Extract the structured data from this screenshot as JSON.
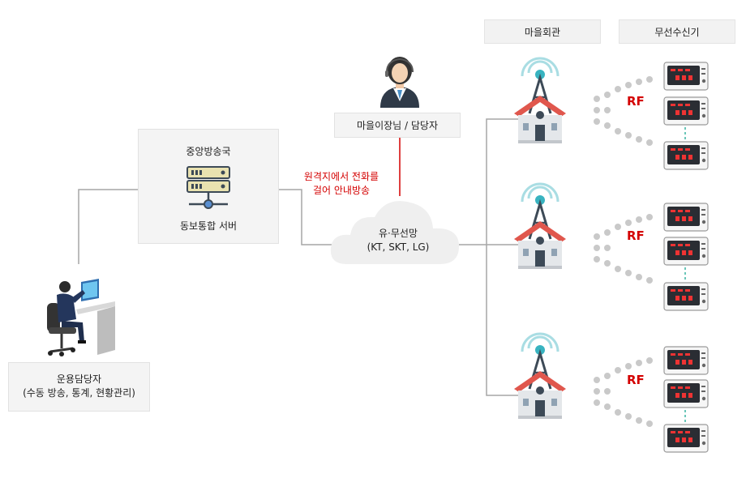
{
  "headers": {
    "village_hall": "마을회관",
    "receiver": "무선수신기"
  },
  "central": {
    "title": "중앙방송국",
    "server_label": "동보통합 서버"
  },
  "operator": {
    "line1": "운용담당자",
    "line2": "(수동 방송, 통계, 현황관리)"
  },
  "manager": {
    "label": "마을이장님 / 담당자"
  },
  "remote_call": {
    "line1": "원격지에서 전화를",
    "line2": "걸어 안내방송"
  },
  "network": {
    "line1": "유·무선망",
    "line2": "(KT, SKT, LG)"
  },
  "rf": [
    "RF",
    "RF",
    "RF"
  ],
  "colors": {
    "accent_red": "#d40000",
    "line_gray": "#a6a6a6",
    "roof_red": "#e0574d",
    "antenna_teal": "#38b3c0"
  }
}
